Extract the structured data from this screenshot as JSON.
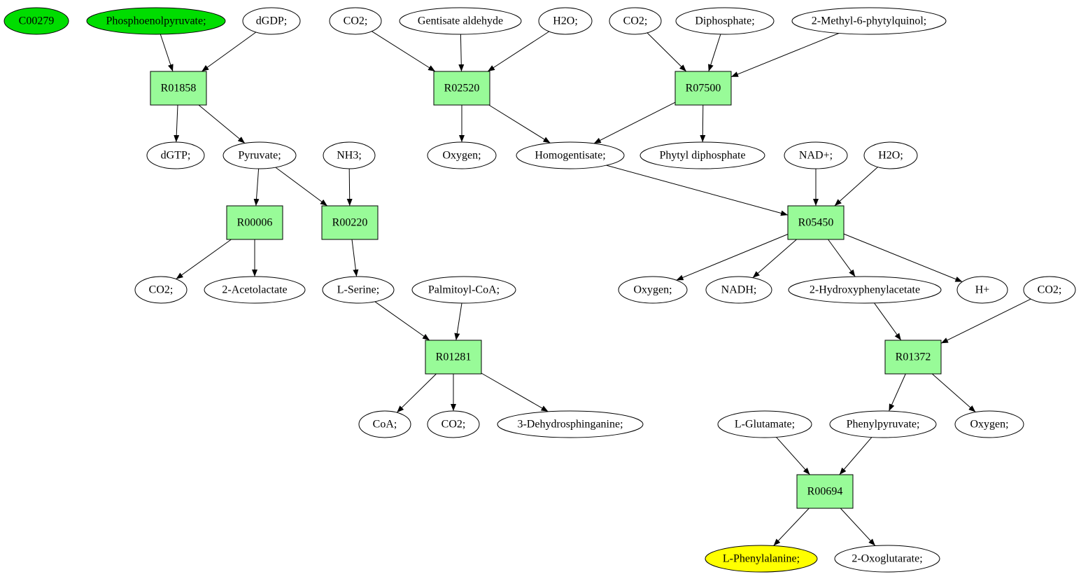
{
  "colors": {
    "compound_fill": "#ffffff",
    "start_fill": "#00dd00",
    "target_fill": "#ffff00",
    "reaction_fill": "#98fb98",
    "stroke": "#000000"
  },
  "nodes": [
    {
      "id": "c00279",
      "label": "C00279",
      "kind": "start"
    },
    {
      "id": "pep",
      "label": "Phosphoenolpyruvate;",
      "kind": "start"
    },
    {
      "id": "dgdp",
      "label": "dGDP;",
      "kind": "compound"
    },
    {
      "id": "co2_a",
      "label": "CO2;",
      "kind": "compound"
    },
    {
      "id": "gentisate",
      "label": "Gentisate aldehyde",
      "kind": "compound"
    },
    {
      "id": "h2o_a",
      "label": "H2O;",
      "kind": "compound"
    },
    {
      "id": "co2_b",
      "label": "CO2;",
      "kind": "compound"
    },
    {
      "id": "diphosphate",
      "label": "Diphosphate;",
      "kind": "compound"
    },
    {
      "id": "mpq",
      "label": "2-Methyl-6-phytylquinol;",
      "kind": "compound"
    },
    {
      "id": "r01858",
      "label": "R01858",
      "kind": "reaction"
    },
    {
      "id": "r02520",
      "label": "R02520",
      "kind": "reaction"
    },
    {
      "id": "r07500",
      "label": "R07500",
      "kind": "reaction"
    },
    {
      "id": "dgtp",
      "label": "dGTP;",
      "kind": "compound"
    },
    {
      "id": "pyruvate",
      "label": "Pyruvate;",
      "kind": "compound"
    },
    {
      "id": "nh3",
      "label": "NH3;",
      "kind": "compound"
    },
    {
      "id": "oxygen_a",
      "label": "Oxygen;",
      "kind": "compound"
    },
    {
      "id": "homogentisate",
      "label": "Homogentisate;",
      "kind": "compound"
    },
    {
      "id": "phytyl",
      "label": "Phytyl diphosphate",
      "kind": "compound"
    },
    {
      "id": "nadp",
      "label": "NAD+;",
      "kind": "compound"
    },
    {
      "id": "h2o_b",
      "label": "H2O;",
      "kind": "compound"
    },
    {
      "id": "r00006",
      "label": "R00006",
      "kind": "reaction"
    },
    {
      "id": "r00220",
      "label": "R00220",
      "kind": "reaction"
    },
    {
      "id": "r05450",
      "label": "R05450",
      "kind": "reaction"
    },
    {
      "id": "co2_c",
      "label": "CO2;",
      "kind": "compound"
    },
    {
      "id": "acetolactate",
      "label": "2-Acetolactate",
      "kind": "compound"
    },
    {
      "id": "serine",
      "label": "L-Serine;",
      "kind": "compound"
    },
    {
      "id": "palmitoyl",
      "label": "Palmitoyl-CoA;",
      "kind": "compound"
    },
    {
      "id": "oxygen_b",
      "label": "Oxygen;",
      "kind": "compound"
    },
    {
      "id": "nadh",
      "label": "NADH;",
      "kind": "compound"
    },
    {
      "id": "hpa",
      "label": "2-Hydroxyphenylacetate",
      "kind": "compound"
    },
    {
      "id": "hplus",
      "label": "H+",
      "kind": "compound"
    },
    {
      "id": "co2_d",
      "label": "CO2;",
      "kind": "compound"
    },
    {
      "id": "r01281",
      "label": "R01281",
      "kind": "reaction"
    },
    {
      "id": "r01372",
      "label": "R01372",
      "kind": "reaction"
    },
    {
      "id": "coa",
      "label": "CoA;",
      "kind": "compound"
    },
    {
      "id": "co2_e",
      "label": "CO2;",
      "kind": "compound"
    },
    {
      "id": "dehydro",
      "label": "3-Dehydrosphinganine;",
      "kind": "compound"
    },
    {
      "id": "glutamate",
      "label": "L-Glutamate;",
      "kind": "compound"
    },
    {
      "id": "phenylpyruvate",
      "label": "Phenylpyruvate;",
      "kind": "compound"
    },
    {
      "id": "oxygen_c",
      "label": "Oxygen;",
      "kind": "compound"
    },
    {
      "id": "r00694",
      "label": "R00694",
      "kind": "reaction"
    },
    {
      "id": "phenylalanine",
      "label": "L-Phenylalanine;",
      "kind": "target"
    },
    {
      "id": "oxoglutarate",
      "label": "2-Oxoglutarate;",
      "kind": "compound"
    }
  ],
  "edges": [
    {
      "from": "pep",
      "to": "r01858"
    },
    {
      "from": "dgdp",
      "to": "r01858"
    },
    {
      "from": "r01858",
      "to": "dgtp"
    },
    {
      "from": "r01858",
      "to": "pyruvate"
    },
    {
      "from": "co2_a",
      "to": "r02520"
    },
    {
      "from": "gentisate",
      "to": "r02520"
    },
    {
      "from": "h2o_a",
      "to": "r02520"
    },
    {
      "from": "r02520",
      "to": "oxygen_a"
    },
    {
      "from": "r02520",
      "to": "homogentisate"
    },
    {
      "from": "co2_b",
      "to": "r07500"
    },
    {
      "from": "diphosphate",
      "to": "r07500"
    },
    {
      "from": "mpq",
      "to": "r07500"
    },
    {
      "from": "r07500",
      "to": "homogentisate"
    },
    {
      "from": "r07500",
      "to": "phytyl"
    },
    {
      "from": "pyruvate",
      "to": "r00006"
    },
    {
      "from": "pyruvate",
      "to": "r00220"
    },
    {
      "from": "nh3",
      "to": "r00220"
    },
    {
      "from": "r00006",
      "to": "co2_c"
    },
    {
      "from": "r00006",
      "to": "acetolactate"
    },
    {
      "from": "r00220",
      "to": "serine"
    },
    {
      "from": "homogentisate",
      "to": "r05450"
    },
    {
      "from": "nadp",
      "to": "r05450"
    },
    {
      "from": "h2o_b",
      "to": "r05450"
    },
    {
      "from": "r05450",
      "to": "oxygen_b"
    },
    {
      "from": "r05450",
      "to": "nadh"
    },
    {
      "from": "r05450",
      "to": "hpa"
    },
    {
      "from": "r05450",
      "to": "hplus"
    },
    {
      "from": "serine",
      "to": "r01281"
    },
    {
      "from": "palmitoyl",
      "to": "r01281"
    },
    {
      "from": "r01281",
      "to": "coa"
    },
    {
      "from": "r01281",
      "to": "co2_e"
    },
    {
      "from": "r01281",
      "to": "dehydro"
    },
    {
      "from": "hpa",
      "to": "r01372"
    },
    {
      "from": "co2_d",
      "to": "r01372"
    },
    {
      "from": "r01372",
      "to": "phenylpyruvate"
    },
    {
      "from": "r01372",
      "to": "oxygen_c"
    },
    {
      "from": "glutamate",
      "to": "r00694"
    },
    {
      "from": "phenylpyruvate",
      "to": "r00694"
    },
    {
      "from": "r00694",
      "to": "phenylalanine"
    },
    {
      "from": "r00694",
      "to": "oxoglutarate"
    }
  ]
}
